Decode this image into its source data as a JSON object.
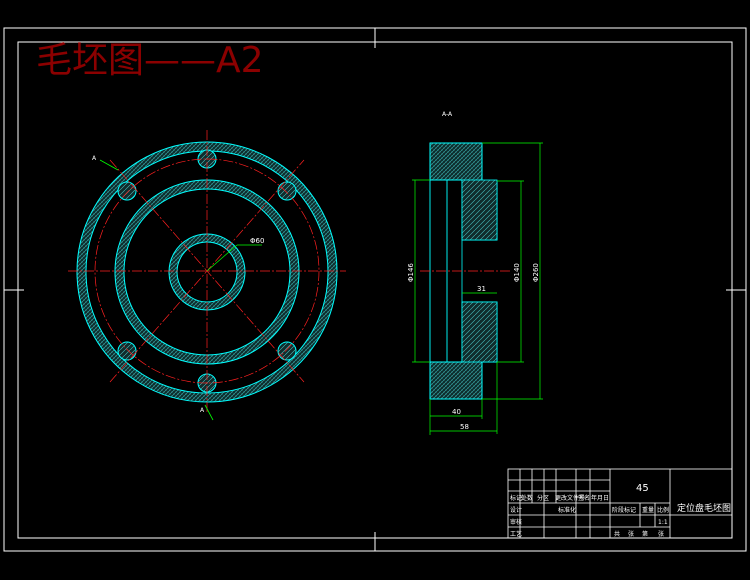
{
  "drawing": {
    "heading": "毛坯图——A2",
    "section_label": "A-A",
    "cut_label_top": "A",
    "cut_label_bottom": "A"
  },
  "dimensions": {
    "inner_diameter": "Φ60",
    "bore_diameter": "Φ146",
    "hub_diameter": "Φ140",
    "outer_diameter": "Φ260",
    "groove_width": "31",
    "hub_width": "40",
    "total_width": "58"
  },
  "title_block": {
    "material": "45",
    "part_name": "定位盘毛坯图",
    "row_labels": [
      "标记",
      "设计",
      "审核",
      "工艺"
    ],
    "col_headers": [
      "处数",
      "分区",
      "更改文件号",
      "签名",
      "年月日"
    ],
    "standardization": "标准化",
    "stage_headers": [
      "阶段标记",
      "重量",
      "比例"
    ],
    "scale": "1:1",
    "sheet_labels": [
      "共",
      "张",
      "第",
      "张"
    ]
  },
  "colors": {
    "background": "#000000",
    "frame": "#ffffff",
    "part_outline": "#00ffff",
    "hatch": "#33aaaa",
    "center_line": "#ff2020",
    "dimension": "#00ff00",
    "heading": "#8b0000"
  }
}
